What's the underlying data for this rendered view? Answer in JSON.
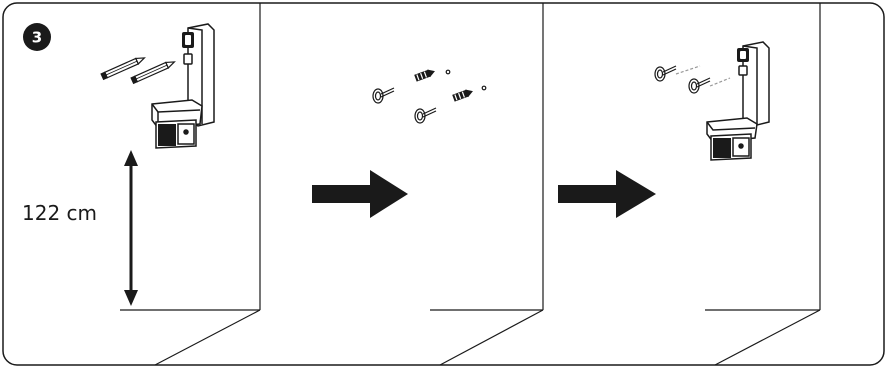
{
  "step": {
    "number": "3"
  },
  "measurement": {
    "height_label": "122 cm"
  },
  "colors": {
    "line": "#1a1a1a",
    "badge": "#1a1a1a",
    "arrow": "#1a1a1a",
    "background": "#ffffff"
  },
  "panels": [
    {
      "name": "mark-drill-holes"
    },
    {
      "name": "insert-anchors-and-screws"
    },
    {
      "name": "mount-charging-dock"
    }
  ]
}
